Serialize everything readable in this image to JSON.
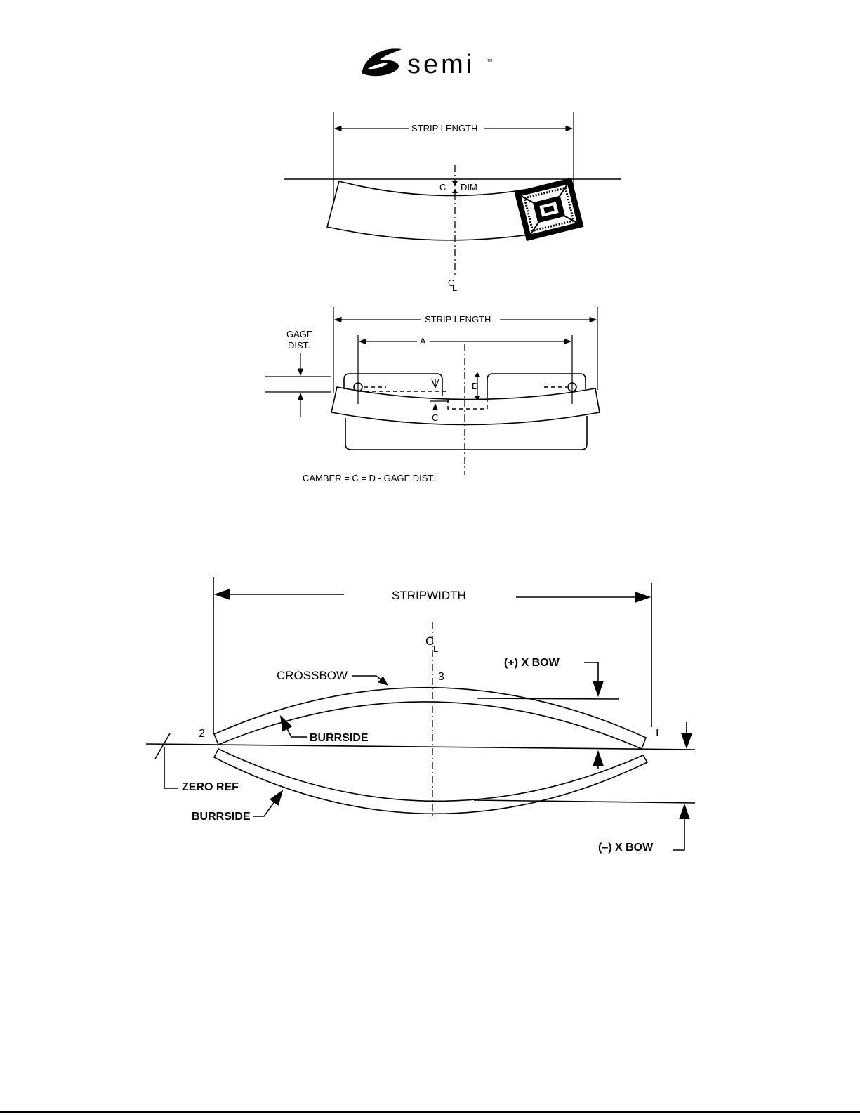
{
  "logo": {
    "text": "semi",
    "tm": "TM"
  },
  "figure1": {
    "strip_length": "STRIP LENGTH",
    "c_label": "C",
    "dim_label": "DIM",
    "centerline_c": "C",
    "centerline_l": "L"
  },
  "figure2": {
    "strip_length": "STRIP LENGTH",
    "gage_label_1": "GAGE",
    "gage_label_2": "DIST.",
    "a_label": "A",
    "d_label": "D",
    "c_label": "C",
    "camber_formula": "CAMBER = C = D - GAGE DIST."
  },
  "figure3": {
    "stripwidth": "STRIPWIDTH",
    "centerline_c": "C",
    "centerline_l": "L",
    "crossbow": "CROSSBOW",
    "point_3": "3",
    "point_2": "2",
    "point_1": "I",
    "plus_bow": "(+)  X  BOW",
    "minus_bow": "(–)  X  BOW",
    "burrside_top": "BURRSIDE",
    "burrside_bottom": "BURRSIDE",
    "zero_ref": "ZERO REF"
  }
}
